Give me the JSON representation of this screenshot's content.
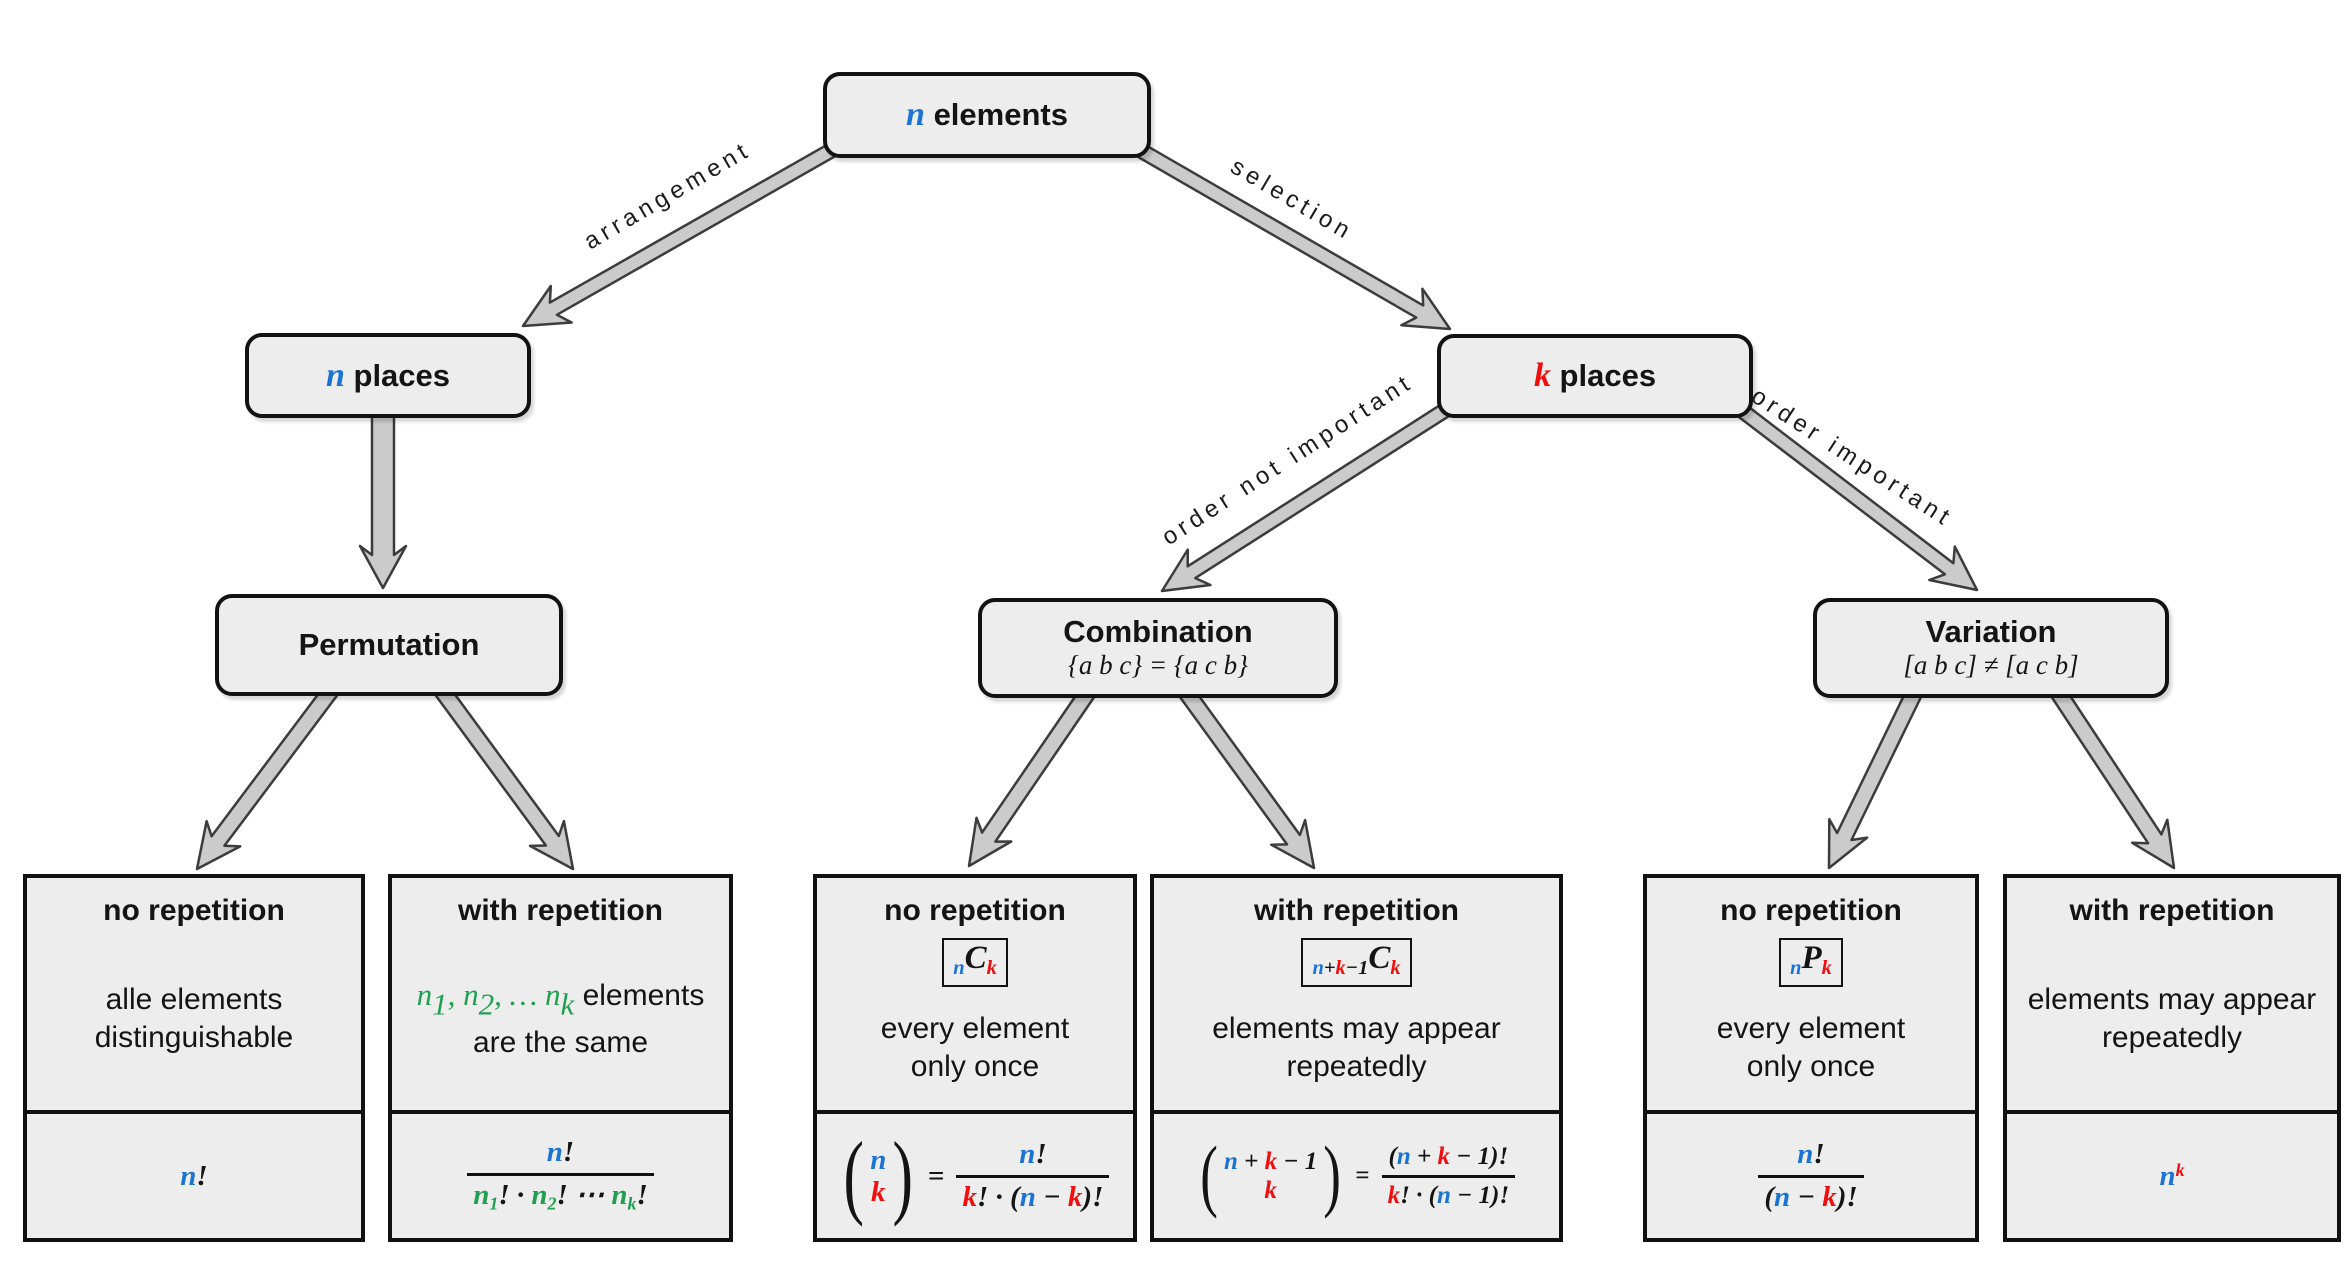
{
  "colors": {
    "blue": "#1b74d4",
    "red": "#f10e0e",
    "green": "#1fa04f",
    "box_fill": "#ededed",
    "box_border": "#121212",
    "arrow_fill": "#cbcbcb",
    "arrow_stroke": "#3c3c3c"
  },
  "nodes": {
    "root": {
      "title": [
        {
          "t": "n",
          "c": "b"
        },
        {
          "t": " elements",
          "m": 0
        }
      ]
    },
    "n_places": {
      "title": [
        {
          "t": "n",
          "c": "b"
        },
        {
          "t": " places",
          "m": 0
        }
      ]
    },
    "k_places": {
      "title": [
        {
          "t": "k",
          "c": "r"
        },
        {
          "t": " places",
          "m": 0
        }
      ]
    },
    "permutation": {
      "title": "Permutation"
    },
    "combination": {
      "title": "Combination",
      "subtitle": "{a b c} = {a c b}"
    },
    "variation": {
      "title": "Variation",
      "subtitle": "[a b c] ≠ [a c b]"
    }
  },
  "edges": {
    "arrangement": "arrangement",
    "selection": "selection",
    "order_not_important": "order not important",
    "order_important": "order important"
  },
  "leaves": {
    "perm_no": {
      "title": "no repetition",
      "desc": [
        [
          {
            "t": "alle elements",
            "m": 0
          }
        ],
        [
          {
            "t": "distinguishable",
            "m": 0
          }
        ]
      ],
      "formula": {
        "tokens": [
          {
            "t": "n",
            "c": "b"
          },
          {
            "t": "!"
          }
        ]
      }
    },
    "perm_with": {
      "title": "with repetition",
      "desc": [
        [
          {
            "t": "n",
            "c": "g"
          },
          {
            "t": "1",
            "c": "g",
            "v": "sub"
          },
          {
            "t": ", ",
            "c": "g"
          },
          {
            "t": "n",
            "c": "g"
          },
          {
            "t": "2",
            "c": "g",
            "v": "sub"
          },
          {
            "t": ", … ",
            "c": "g"
          },
          {
            "t": "n",
            "c": "g"
          },
          {
            "t": "k",
            "c": "g",
            "v": "sub"
          },
          {
            "t": " elements",
            "m": 0
          }
        ],
        [
          {
            "t": "are the same",
            "m": 0
          }
        ]
      ],
      "formula": {
        "num": [
          {
            "t": "n",
            "c": "b"
          },
          {
            "t": "!"
          }
        ],
        "den": [
          {
            "t": "n",
            "c": "g"
          },
          {
            "t": "1",
            "c": "g",
            "v": "sub"
          },
          {
            "t": "! · "
          },
          {
            "t": "n",
            "c": "g"
          },
          {
            "t": "2",
            "c": "g",
            "v": "sub"
          },
          {
            "t": "! ⋯ "
          },
          {
            "t": "n",
            "c": "g"
          },
          {
            "t": "k",
            "c": "g",
            "v": "sub"
          },
          {
            "t": "!"
          }
        ]
      }
    },
    "comb_no": {
      "title": "no repetition",
      "badge": [
        {
          "t": "n",
          "c": "b",
          "v": "sub"
        },
        {
          "t": "C"
        },
        {
          "t": "k",
          "c": "r",
          "v": "sub"
        }
      ],
      "desc": [
        [
          {
            "t": "every element",
            "m": 0
          }
        ],
        [
          {
            "t": "only once",
            "m": 0
          }
        ]
      ],
      "formula": {
        "btop": [
          {
            "t": "n",
            "c": "b"
          }
        ],
        "bbot": [
          {
            "t": "k",
            "c": "r"
          }
        ],
        "eq": "=",
        "num": [
          {
            "t": "n",
            "c": "b"
          },
          {
            "t": "!"
          }
        ],
        "den": [
          {
            "t": "k",
            "c": "r"
          },
          {
            "t": "! · ("
          },
          {
            "t": "n",
            "c": "b"
          },
          {
            "t": " − "
          },
          {
            "t": "k",
            "c": "r"
          },
          {
            "t": ")!"
          }
        ]
      }
    },
    "comb_with": {
      "title": "with repetition",
      "badge": [
        {
          "t": "n",
          "c": "b",
          "v": "sub"
        },
        {
          "t": "+",
          "v": "sub"
        },
        {
          "t": "k",
          "c": "r",
          "v": "sub"
        },
        {
          "t": "−1",
          "v": "sub"
        },
        {
          "t": "C"
        },
        {
          "t": "k",
          "c": "r",
          "v": "sub"
        }
      ],
      "desc": [
        [
          {
            "t": "elements may appear",
            "m": 0
          }
        ],
        [
          {
            "t": "repeatedly",
            "m": 0
          }
        ]
      ],
      "formula": {
        "btop": [
          {
            "t": "n",
            "c": "b"
          },
          {
            "t": " + "
          },
          {
            "t": "k",
            "c": "r"
          },
          {
            "t": " − 1"
          }
        ],
        "bbot": [
          {
            "t": "k",
            "c": "r"
          }
        ],
        "eq": "=",
        "num": [
          {
            "t": "("
          },
          {
            "t": "n",
            "c": "b"
          },
          {
            "t": " + "
          },
          {
            "t": "k",
            "c": "r"
          },
          {
            "t": " − 1)!"
          }
        ],
        "den": [
          {
            "t": "k",
            "c": "r"
          },
          {
            "t": "! · ("
          },
          {
            "t": "n",
            "c": "b"
          },
          {
            "t": " − 1)!"
          }
        ]
      }
    },
    "var_no": {
      "title": "no repetition",
      "badge": [
        {
          "t": "n",
          "c": "b",
          "v": "sub"
        },
        {
          "t": "P"
        },
        {
          "t": "k",
          "c": "r",
          "v": "sub"
        }
      ],
      "desc": [
        [
          {
            "t": "every element",
            "m": 0
          }
        ],
        [
          {
            "t": "only once",
            "m": 0
          }
        ]
      ],
      "formula": {
        "num": [
          {
            "t": "n",
            "c": "b"
          },
          {
            "t": "!"
          }
        ],
        "den": [
          {
            "t": "("
          },
          {
            "t": "n",
            "c": "b"
          },
          {
            "t": " − "
          },
          {
            "t": "k",
            "c": "r"
          },
          {
            "t": ")!"
          }
        ]
      }
    },
    "var_with": {
      "title": "with repetition",
      "desc": [
        [
          {
            "t": "elements may appear",
            "m": 0
          }
        ],
        [
          {
            "t": "repeatedly",
            "m": 0
          }
        ]
      ],
      "formula": {
        "tokens": [
          {
            "t": "n",
            "c": "b"
          },
          {
            "t": "k",
            "c": "r",
            "v": "sup"
          }
        ]
      }
    }
  }
}
